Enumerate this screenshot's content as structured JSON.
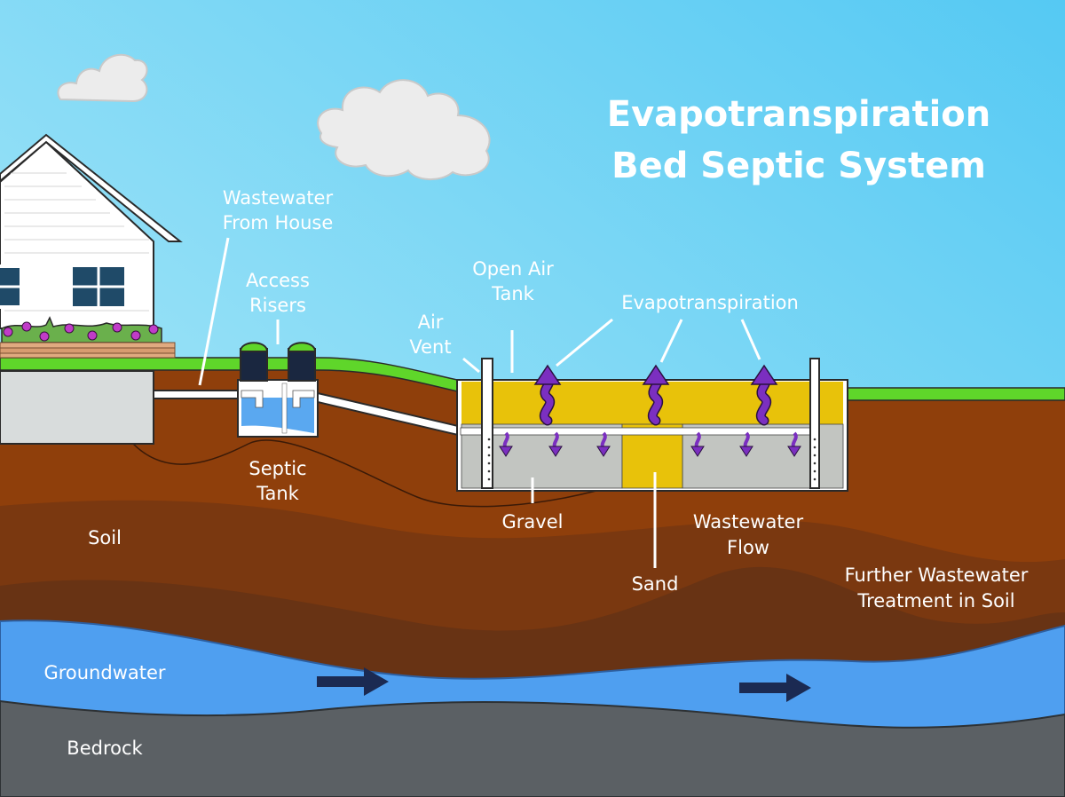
{
  "title": {
    "line1": "Evapotranspiration",
    "line2": "Bed Septic System"
  },
  "labels": {
    "wastewater_from_house": [
      "Wastewater",
      "From House"
    ],
    "access_risers": [
      "Access",
      "Risers"
    ],
    "air_vent": [
      "Air",
      "Vent"
    ],
    "open_air_tank": [
      "Open Air",
      "Tank"
    ],
    "evapotranspiration": "Evapotranspiration",
    "septic_tank": [
      "Septic",
      "Tank"
    ],
    "soil": "Soil",
    "gravel": "Gravel",
    "wastewater_flow": [
      "Wastewater",
      "Flow"
    ],
    "sand": "Sand",
    "further_treatment": [
      "Further Wastewater",
      "Treatment in Soil"
    ],
    "groundwater": "Groundwater",
    "bedrock": "Bedrock"
  },
  "colors": {
    "sky_top": "#55c9f3",
    "sky_bottom": "#b6ecf8",
    "grass": "#5fd62a",
    "soil_light": "#8f3f0b",
    "soil_mid": "#7a3810",
    "soil_dark": "#683314",
    "groundwater": "#4f9ff0",
    "bedrock": "#5b6064",
    "sand": "#e8c20a",
    "gravel": "#c2c5c1",
    "arrow_purple": "#7b2fc0",
    "flow_arrow": "#1b2a52"
  }
}
